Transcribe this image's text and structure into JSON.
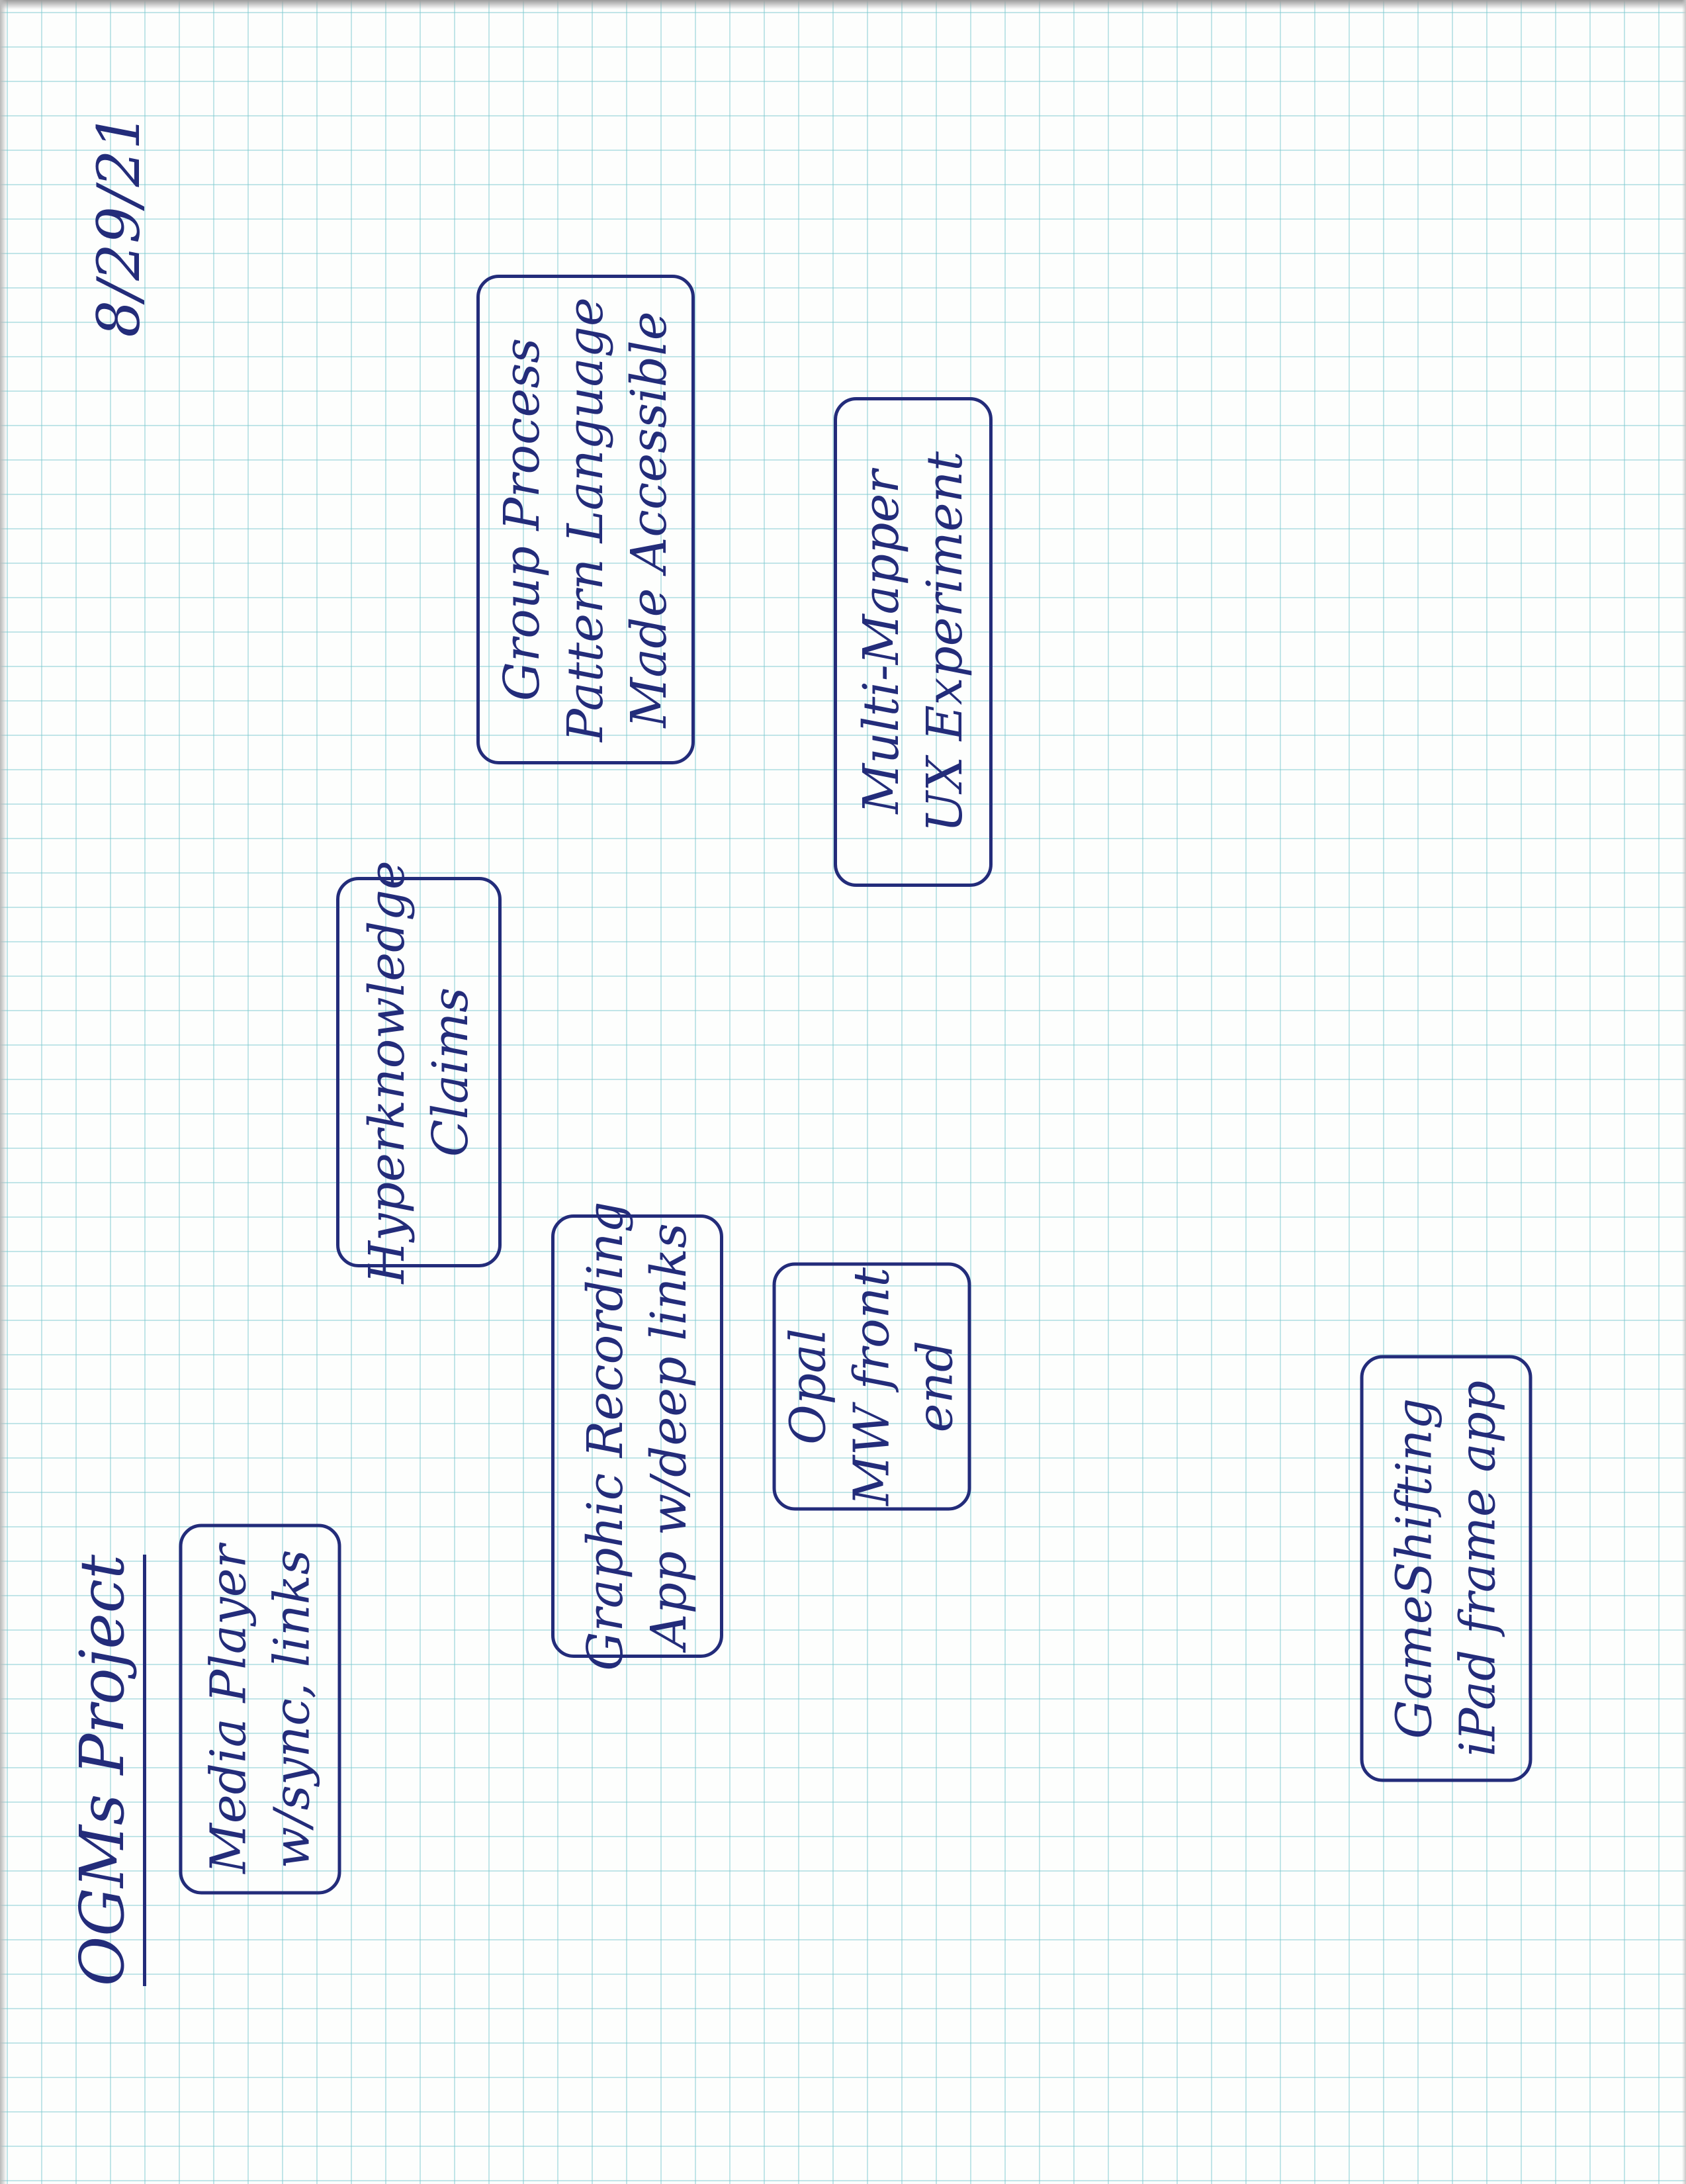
{
  "title": "OGMs Project",
  "date": "8/29/21",
  "nodes": [
    {
      "id": "media-player",
      "lines": [
        "Media Player",
        "w/sync, links"
      ]
    },
    {
      "id": "graphic-recording",
      "lines": [
        "Graphic Recording",
        "App w/deep links"
      ]
    },
    {
      "id": "hyperknowledge",
      "lines": [
        "Hyperknowledge",
        "Claims"
      ]
    },
    {
      "id": "opal",
      "lines": [
        "Opal",
        "MW front",
        "end"
      ]
    },
    {
      "id": "gameshifting",
      "lines": [
        "GameShifting",
        "iPad frame app"
      ]
    },
    {
      "id": "group-process",
      "lines": [
        "Group Process",
        "Pattern Language",
        "Made Accessible"
      ]
    },
    {
      "id": "multi-mapper",
      "lines": [
        "Multi-Mapper",
        "UX Experiment"
      ]
    }
  ]
}
